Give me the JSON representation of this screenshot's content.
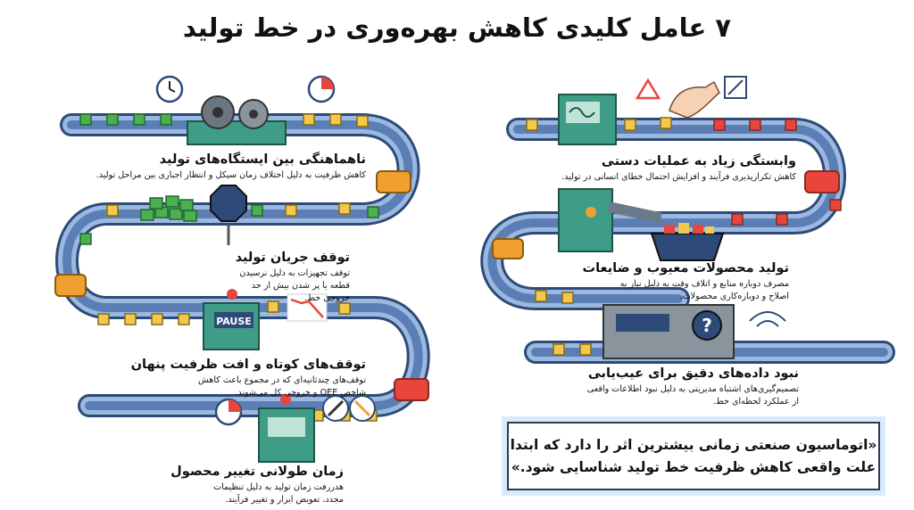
{
  "title": "۷ عامل کلیدی کاهش بهره‌وری در خط تولید",
  "factors_left": [
    {
      "title": "ناهماهنگی بین ایستگاه‌های تولید",
      "desc": "کاهش ظرفیت به دلیل اختلاف زمان سیکل و انتظار اجباری بین مراحل تولید."
    },
    {
      "title": "توقف جریان تولید",
      "desc": "توقف تجهیزات به دلیل نرسیدن قطعه یا پر شدن بیش از حد خروجی خط."
    },
    {
      "title": "توقف‌های کوتاه و افت ظرفیت پنهان",
      "desc": "توقف‌های چندثانیه‌ای که در مجموع باعث کاهش شاخص OEE و خروجی کل می‌شوند."
    },
    {
      "title": "زمان طولانی تغییر محصول",
      "desc": "هدررفت زمان تولید به دلیل تنظیمات مجدد، تعویض ابزار و تغییر فرآیند."
    }
  ],
  "factors_right": [
    {
      "title": "وابستگی زیاد به عملیات دستی",
      "desc": "کاهش تکرارپذیری فرآیند و افزایش احتمال خطای انسانی در تولید."
    },
    {
      "title": "تولید محصولات معیوب و ضایعات",
      "desc": "مصرف دوباره منابع و اتلاف وقت به دلیل نیاز به اصلاح و دوباره‌کاری محصولات."
    },
    {
      "title": "نبود داده‌های دقیق برای عیب‌یابی",
      "desc": "تصمیم‌گیری‌های اشتباه مدیریتی به دلیل نبود اطلاعات واقعی از عملکرد لحظه‌ای خط."
    }
  ],
  "pause_label": "PAUSE",
  "quote": "«اتوماسیون صنعتی زمانی بیشترین اثر را دارد که ابتدا علت واقعی کاهش ظرفیت خط تولید شناسایی شود.»",
  "colors": {
    "belt": "#5b7fb5",
    "belt_edge": "#2e4a78",
    "box": "#f2c94c",
    "green_box": "#4caf50",
    "red_box": "#e8463c",
    "machine": "#3f9c87",
    "ring": "#f0a030"
  }
}
